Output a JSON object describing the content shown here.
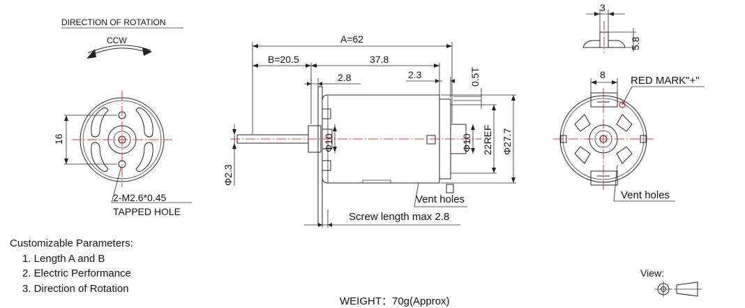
{
  "rotation": {
    "title": "DIRECTION OF ROTATION",
    "direction": "CCW"
  },
  "front_view": {
    "dim_16": "16",
    "hole_label_1": "2-M2.6*0.45",
    "hole_label_2": "TAPPED HOLE"
  },
  "side_view": {
    "dim_a": "A=62",
    "dim_b": "B=20.5",
    "dim_378": "37.8",
    "dim_28_left": "2.8",
    "dim_23": "2.3",
    "dim_05t": "0.5T",
    "dim_phi23": "Φ2.3",
    "dim_phi10_left": "Φ10",
    "dim_phi10_right": "Φ10",
    "dim_22ref": "22REF",
    "dim_phi277": "Φ27.7",
    "vent_label": "Vent holes",
    "screw_label": "Screw length max 2.8"
  },
  "rear_view": {
    "dim_3": "3",
    "dim_58": "5.8",
    "dim_8": "8",
    "red_mark": "RED MARK\"+\"",
    "vent_label": "Vent holes"
  },
  "notes": {
    "heading": "Customizable Parameters:",
    "items": [
      "1. Length A and B",
      "2. Electric Performance",
      "3. Direction of Rotation"
    ]
  },
  "weight": "WEIGHT：70g(Approx)",
  "view_label": "View:",
  "colors": {
    "center_line": "#e0302a",
    "line": "#222222"
  }
}
